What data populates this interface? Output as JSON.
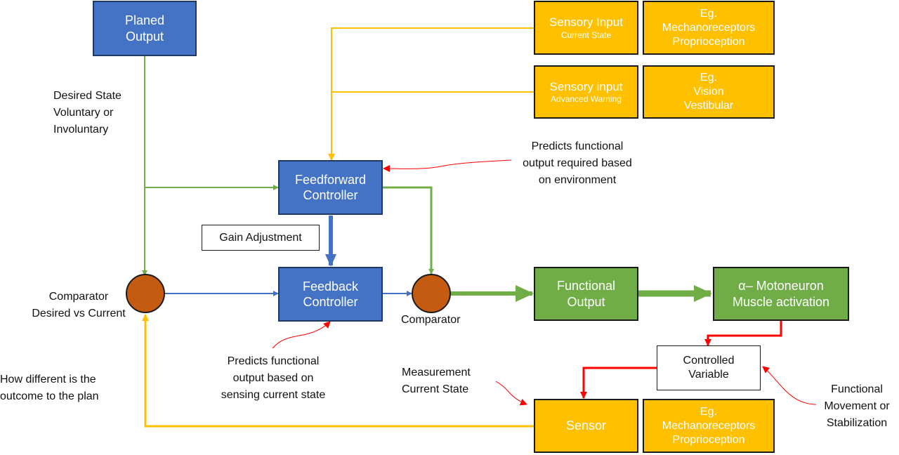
{
  "boxes": {
    "planed_output": [
      "Planed",
      "Output"
    ],
    "sensory_input_1": {
      "title": "Sensory Input",
      "sub": "Current State"
    },
    "eg_1": [
      "Eg.",
      "Mechanoreceptors",
      "Proprioception"
    ],
    "sensory_input_2": {
      "title": "Sensory input",
      "sub": "Advanced Warning"
    },
    "eg_2": [
      "Eg.",
      "Vision",
      "Vestibular"
    ],
    "feedforward": [
      "Feedforward",
      "Controller"
    ],
    "feedback": [
      "Feedback",
      "Controller"
    ],
    "functional_output": [
      "Functional",
      "Output"
    ],
    "motoneuron": [
      "α– Motoneuron",
      "Muscle activation"
    ],
    "controlled_variable": [
      "Controlled",
      "Variable"
    ],
    "sensor": "Sensor",
    "eg_3": [
      "Eg.",
      "Mechanoreceptors",
      "Proprioception"
    ],
    "gain_adjustment": "Gain Adjustment"
  },
  "labels": {
    "desired_state": [
      "Desired State",
      "Voluntary or",
      "Involuntary"
    ],
    "predicts_env": [
      "Predicts functional",
      "output required based",
      "on environment"
    ],
    "comparator_left": [
      "Comparator",
      "Desired vs Current"
    ],
    "comparator_right": "Comparator",
    "predicts_sensing": [
      "Predicts functional",
      "output based on",
      "sensing current state"
    ],
    "measurement": [
      "Measurement",
      "Current State"
    ],
    "how_different": [
      "How different is the",
      "outcome to the plan"
    ],
    "functional_movement": [
      "Functional",
      "Movement or",
      "Stabilization"
    ]
  },
  "colors": {
    "blue": "#4472c4",
    "yellow": "#ffc000",
    "green": "#70ad47",
    "orange": "#c55a11",
    "red": "#ff0000",
    "green_line": "#70ad47",
    "yellow_line": "#ffc000",
    "blue_line": "#4472c4"
  }
}
